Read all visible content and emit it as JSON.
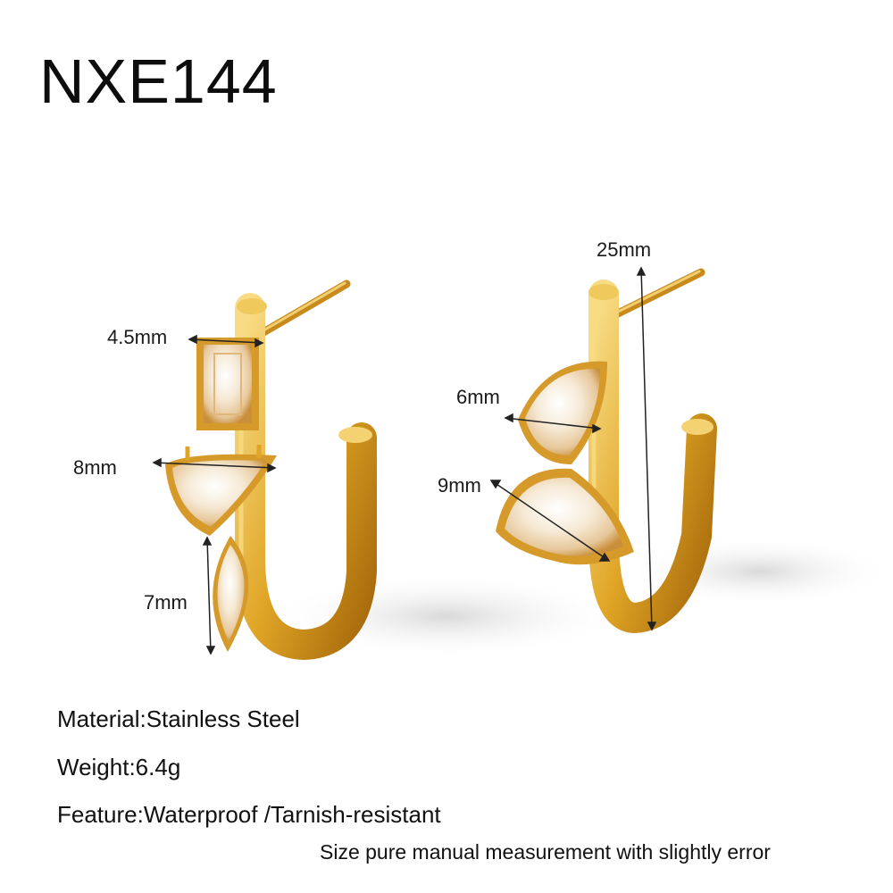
{
  "product": {
    "sku": "NXE144"
  },
  "dimensions": {
    "left_width_rect": "4.5mm",
    "left_width_pear": "8mm",
    "left_height_marquise": "7mm",
    "right_width_small": "6mm",
    "right_width_large": "9mm",
    "right_total_height": "25mm"
  },
  "specs": {
    "material": "Material:Stainless Steel",
    "weight": "Weight:6.4g",
    "feature": "Feature:Waterproof /Tarnish-resistant"
  },
  "note": "Size pure manual measurement with slightly error",
  "colors": {
    "gold": "#e0a526",
    "gold_dark": "#a76a0c",
    "gold_light": "#f8dc85",
    "stone": "#f3e6d2",
    "shadow": "#e6e6e6"
  }
}
